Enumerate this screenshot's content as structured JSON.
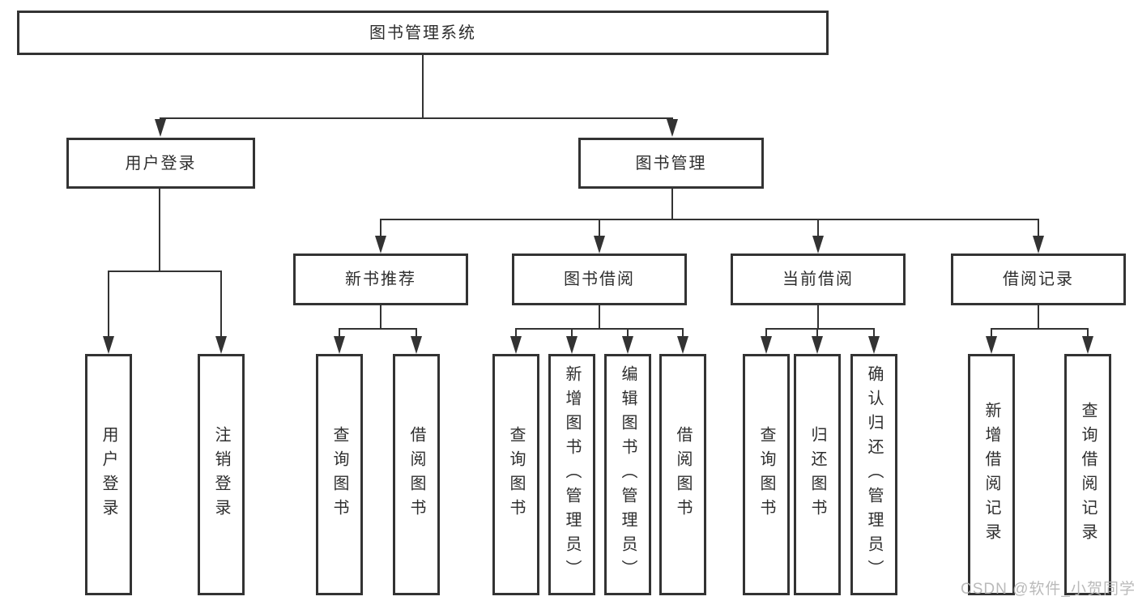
{
  "watermark": "CSDN @软件_小贺同学",
  "colors": {
    "background": "#ffffff",
    "box_border": "#333333",
    "connector_line": "#333333",
    "text": "#2e2e2e",
    "watermark": "#b4b4b4"
  },
  "nodes": [
    {
      "id": "root",
      "label": "图书管理系统",
      "level": 0
    },
    {
      "id": "user-login",
      "label": "用户登录",
      "level": 1
    },
    {
      "id": "book-management",
      "label": "图书管理",
      "level": 1
    },
    {
      "id": "new-book-recommendation",
      "label": "新书推荐",
      "level": 2
    },
    {
      "id": "book-borrowing",
      "label": "图书借阅",
      "level": 2
    },
    {
      "id": "current-borrowing",
      "label": "当前借阅",
      "level": 2
    },
    {
      "id": "borrowing-records",
      "label": "借阅记录",
      "level": 2
    },
    {
      "id": "user-login-leaf",
      "label": "用户登录",
      "level": 3
    },
    {
      "id": "logout-leaf",
      "label": "注销登录",
      "level": 3
    },
    {
      "id": "query-books-1",
      "label": "查询图书",
      "level": 3
    },
    {
      "id": "borrow-books-1",
      "label": "借阅图书",
      "level": 3
    },
    {
      "id": "query-books-2",
      "label": "查询图书",
      "level": 3
    },
    {
      "id": "add-books-admin",
      "label": "新增图书（管理员）",
      "level": 3
    },
    {
      "id": "edit-books-admin",
      "label": "编辑图书（管理员）",
      "level": 3
    },
    {
      "id": "borrow-books-2",
      "label": "借阅图书",
      "level": 3
    },
    {
      "id": "query-books-3",
      "label": "查询图书",
      "level": 3
    },
    {
      "id": "return-books",
      "label": "归还图书",
      "level": 3
    },
    {
      "id": "confirm-return-admin",
      "label": "确认归还（管理员）",
      "level": 3
    },
    {
      "id": "add-borrowing-record",
      "label": "新增借阅记录",
      "level": 3
    },
    {
      "id": "query-borrowing-record",
      "label": "查询借阅记录",
      "level": 3
    }
  ],
  "hierarchy": {
    "root": [
      "user-login",
      "book-management"
    ],
    "user-login": [
      "user-login-leaf",
      "logout-leaf"
    ],
    "book-management": [
      "new-book-recommendation",
      "book-borrowing",
      "current-borrowing",
      "borrowing-records"
    ],
    "new-book-recommendation": [
      "query-books-1",
      "borrow-books-1"
    ],
    "book-borrowing": [
      "query-books-2",
      "add-books-admin",
      "edit-books-admin",
      "borrow-books-2"
    ],
    "current-borrowing": [
      "query-books-3",
      "return-books",
      "confirm-return-admin"
    ],
    "borrowing-records": [
      "add-borrowing-record",
      "query-borrowing-record"
    ]
  }
}
